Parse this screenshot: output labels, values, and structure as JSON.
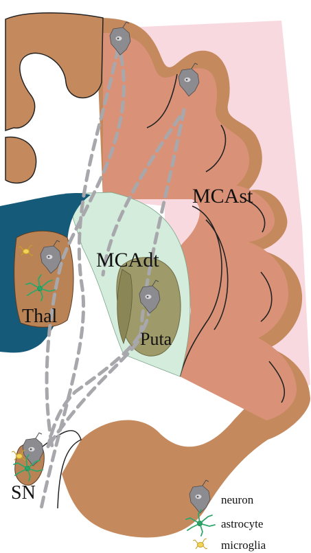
{
  "labels": {
    "mcast": "MCAst",
    "mcadt": "MCAdt",
    "puta": "Puta",
    "thal": "Thal",
    "sn": "SN"
  },
  "legend": [
    {
      "label": "neuron",
      "icon": "neuron-icon"
    },
    {
      "label": "astrocyte",
      "icon": "astrocyte-icon"
    },
    {
      "label": "microglia",
      "icon": "microglia-icon"
    }
  ],
  "colors": {
    "cortex": "#D99278",
    "cortex_outer": "#C5895E",
    "mcast_region": "#F8D9DF",
    "mcadt_region": "#D4ECDC",
    "putamen": "#9E9A6A",
    "thalamus": "#B98355",
    "ventricle": "#155A78",
    "neuron": "#8C8C90",
    "astrocyte": "#2FA66A",
    "microglia": "#E8C23A",
    "pathway": "#A8A8AC"
  }
}
